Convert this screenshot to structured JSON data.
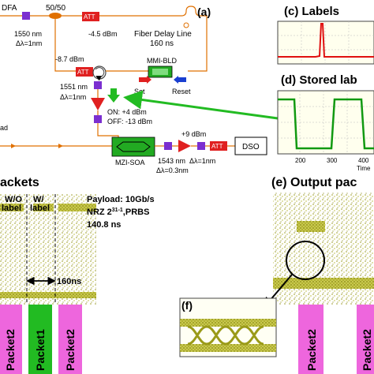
{
  "panel_a": {
    "label": "(a)",
    "edfa": "DFA",
    "coupler": "50/50",
    "lambda1": "1550 nm",
    "dl1": "Δλ=1nm",
    "att1_label": "ATT",
    "att1_power": "-4.5 dBm",
    "delay_line": "Fiber Delay Line",
    "delay_len": "160 ns",
    "pwr2": "-8.7 dBm",
    "att2_label": "ATT",
    "lambda2": "1551 nm",
    "dl2": "Δλ=1nm",
    "mmi": "MMI-BLD",
    "set": "Set",
    "reset": "Reset",
    "on": "ON: +4 dBm",
    "off": "OFF: -13 dBm",
    "ad": "ad",
    "pwr3": "+9 dBm",
    "soa": "MZI-SOA",
    "lambda3": "1543 nm",
    "dl3": "Δλ=0.3nm",
    "dl4": "Δλ=1nm",
    "att3_label": "ATT",
    "dso": "DSO"
  },
  "panel_c": {
    "label": "(c) Labels"
  },
  "panel_d": {
    "label": "(d) Stored lab",
    "ticks": [
      "200",
      "300",
      "400"
    ],
    "xlabel": "Time"
  },
  "panel_b": {
    "title": "ackets",
    "wo": "W/O",
    "wo2": "label",
    "w": "W/",
    "w2": "label",
    "payload": "Payload: 10Gb/s",
    "nrz": "NRZ 2",
    "nrz_exp": "31-1",
    "prbs": ",PRBS",
    "dur": "140.8 ns",
    "span": "160ns",
    "packets": [
      "Packet2",
      "Packet1",
      "Packet2"
    ]
  },
  "panel_e": {
    "title": "(e) Output pac",
    "packets": [
      "Packet2",
      "Packet2"
    ]
  },
  "panel_f": {
    "label": "(f)"
  },
  "colors": {
    "ring": "#8a8a20",
    "packet_pink": "#ee66dd",
    "packet_green": "#22bb22",
    "trace_red": "#e01010",
    "trace_green": "#119911",
    "arrow_green": "#22bb22",
    "arrow_blue": "#1a3fd0",
    "arrow_red": "#e02020"
  }
}
